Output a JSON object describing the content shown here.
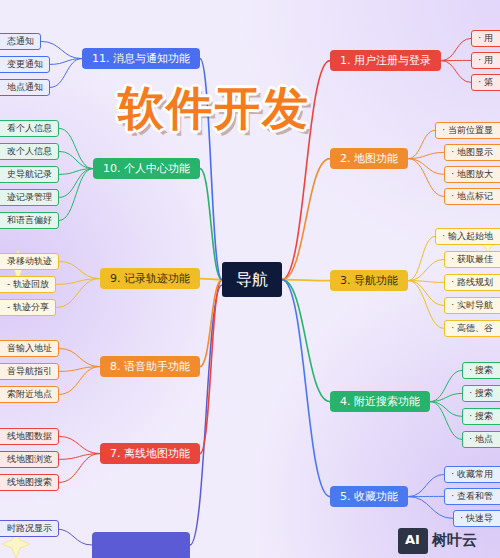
{
  "diagram": {
    "title": "软件开发",
    "nodes": [
      {
        "text": [
          "导航"
        ]
      },
      {
        "text": [
          "1. 用户注册与登录"
        ]
      },
      {
        "text": [
          "· 用"
        ]
      },
      {
        "text": [
          "· 用"
        ]
      },
      {
        "text": [
          "· 第"
        ]
      },
      {
        "text": [
          "2. 地图功能"
        ]
      },
      {
        "text": [
          "· 当前位置显"
        ]
      },
      {
        "text": [
          "· 地图显示"
        ]
      },
      {
        "text": [
          "· 地图放大"
        ]
      },
      {
        "text": [
          "· 地点标记"
        ]
      },
      {
        "text": [
          "3. 导航功能"
        ]
      },
      {
        "text": [
          "· 输入起始地"
        ]
      },
      {
        "text": [
          "· 获取最佳"
        ]
      },
      {
        "text": [
          "· 路线规划"
        ]
      },
      {
        "text": [
          "· 实时导航"
        ]
      },
      {
        "text": [
          "· 高德、谷"
        ]
      },
      {
        "text": [
          "4. 附近搜索功能"
        ]
      },
      {
        "text": [
          "· 搜索"
        ]
      },
      {
        "text": [
          "· 搜索"
        ]
      },
      {
        "text": [
          "· 搜索"
        ]
      },
      {
        "text": [
          "· 地点"
        ]
      },
      {
        "text": [
          "5. 收藏功能"
        ]
      },
      {
        "text": [
          "· 收藏常用"
        ]
      },
      {
        "text": [
          "· 查看和管"
        ]
      },
      {
        "text": [
          "· 快速导"
        ]
      },
      {
        "text": [
          "7. 离线地图功能"
        ]
      },
      {
        "text": [
          "线地图数据"
        ]
      },
      {
        "text": [
          "线地图浏览"
        ]
      },
      {
        "text": [
          "线地图搜索"
        ]
      },
      {
        "text": [
          "8. 语音助手功能"
        ]
      },
      {
        "text": [
          "音输入地址"
        ]
      },
      {
        "text": [
          "音导航指引"
        ]
      },
      {
        "text": [
          "索附近地点"
        ]
      },
      {
        "text": [
          "9. 记录轨迹功能"
        ]
      },
      {
        "text": [
          "录移动轨迹"
        ]
      },
      {
        "text": [
          "- 轨迹回放"
        ]
      },
      {
        "text": [
          "- 轨迹分享"
        ]
      },
      {
        "text": [
          "10. 个人中心功能"
        ]
      },
      {
        "text": [
          "看个人信息"
        ]
      },
      {
        "text": [
          "改个人信息"
        ]
      },
      {
        "text": [
          "史导航记录"
        ]
      },
      {
        "text": [
          "迹记录管理"
        ]
      },
      {
        "text": [
          "和语言偏好"
        ]
      },
      {
        "text": [
          "11. 消息与通知功能"
        ]
      },
      {
        "text": [
          "态通知"
        ]
      },
      {
        "text": [
          "变更通知"
        ]
      },
      {
        "text": [
          "地点通知"
        ]
      },
      {
        "text": [
          "时路况显示"
        ]
      }
    ],
    "edges": [
      {
        "from": 0,
        "to": 1,
        "arrow": "none"
      },
      {
        "from": 1,
        "to": 2,
        "arrow": "none"
      },
      {
        "from": 1,
        "to": 3,
        "arrow": "none"
      },
      {
        "from": 1,
        "to": 4,
        "arrow": "none"
      },
      {
        "from": 0,
        "to": 5,
        "arrow": "none"
      },
      {
        "from": 5,
        "to": 6,
        "arrow": "none"
      },
      {
        "from": 5,
        "to": 7,
        "arrow": "none"
      },
      {
        "from": 5,
        "to": 8,
        "arrow": "none"
      },
      {
        "from": 5,
        "to": 9,
        "arrow": "none"
      },
      {
        "from": 0,
        "to": 10,
        "arrow": "none"
      },
      {
        "from": 10,
        "to": 11,
        "arrow": "none"
      },
      {
        "from": 10,
        "to": 12,
        "arrow": "none"
      },
      {
        "from": 10,
        "to": 13,
        "arrow": "none"
      },
      {
        "from": 10,
        "to": 14,
        "arrow": "none"
      },
      {
        "from": 10,
        "to": 15,
        "arrow": "none"
      },
      {
        "from": 0,
        "to": 16,
        "arrow": "none"
      },
      {
        "from": 16,
        "to": 17,
        "arrow": "none"
      },
      {
        "from": 16,
        "to": 18,
        "arrow": "none"
      },
      {
        "from": 16,
        "to": 19,
        "arrow": "none"
      },
      {
        "from": 16,
        "to": 20,
        "arrow": "none"
      },
      {
        "from": 0,
        "to": 21,
        "arrow": "none"
      },
      {
        "from": 21,
        "to": 22,
        "arrow": "none"
      },
      {
        "from": 21,
        "to": 23,
        "arrow": "none"
      },
      {
        "from": 21,
        "to": 24,
        "arrow": "none"
      },
      {
        "from": 0,
        "to": 25,
        "arrow": "none"
      },
      {
        "from": 25,
        "to": 26,
        "arrow": "none"
      },
      {
        "from": 25,
        "to": 27,
        "arrow": "none"
      },
      {
        "from": 25,
        "to": 28,
        "arrow": "none"
      },
      {
        "from": 0,
        "to": 29,
        "arrow": "none"
      },
      {
        "from": 29,
        "to": 30,
        "arrow": "none"
      },
      {
        "from": 29,
        "to": 31,
        "arrow": "none"
      },
      {
        "from": 29,
        "to": 32,
        "arrow": "none"
      },
      {
        "from": 0,
        "to": 33,
        "arrow": "none"
      },
      {
        "from": 33,
        "to": 34,
        "arrow": "none"
      },
      {
        "from": 33,
        "to": 35,
        "arrow": "none"
      },
      {
        "from": 33,
        "to": 36,
        "arrow": "none"
      },
      {
        "from": 0,
        "to": 37,
        "arrow": "none"
      },
      {
        "from": 37,
        "to": 38,
        "arrow": "none"
      },
      {
        "from": 37,
        "to": 39,
        "arrow": "none"
      },
      {
        "from": 37,
        "to": 40,
        "arrow": "none"
      },
      {
        "from": 37,
        "to": 41,
        "arrow": "none"
      },
      {
        "from": 37,
        "to": 42,
        "arrow": "none"
      },
      {
        "from": 0,
        "to": 43,
        "arrow": "none"
      },
      {
        "from": 43,
        "to": 44,
        "arrow": "none"
      },
      {
        "from": 43,
        "to": 45,
        "arrow": "none"
      },
      {
        "from": 43,
        "to": 46,
        "arrow": "none"
      }
    ],
    "labels": [
      "AI",
      "树叶云"
    ]
  }
}
